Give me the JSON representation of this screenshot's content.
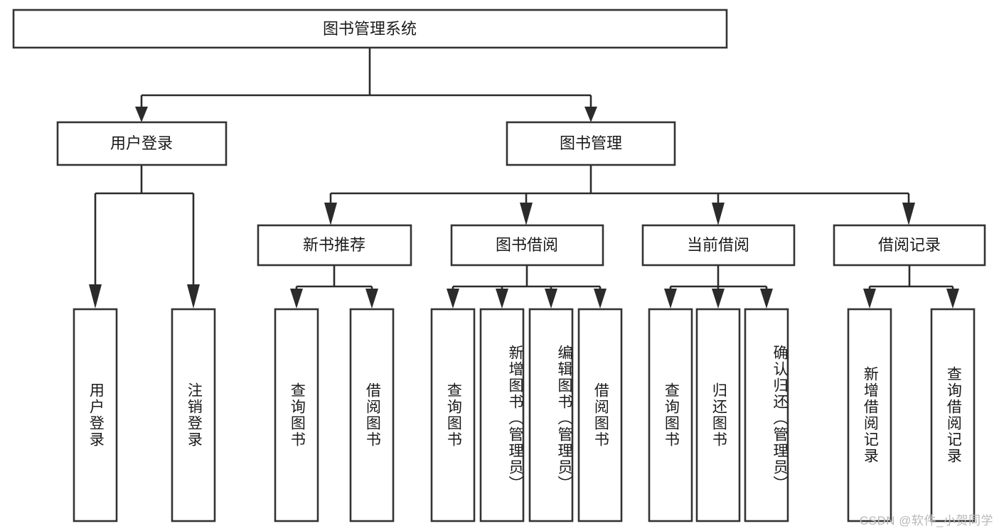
{
  "diagram": {
    "title": "图书管理系统",
    "type": "hierarchy-tree",
    "orientation": "top-down",
    "levels": 4,
    "root": {
      "id": "root",
      "label": "图书管理系统",
      "label_orientation": "horizontal"
    },
    "level2": [
      {
        "id": "user-login",
        "label": "用户登录",
        "label_orientation": "horizontal"
      },
      {
        "id": "book-manage",
        "label": "图书管理",
        "label_orientation": "horizontal"
      }
    ],
    "level3": [
      {
        "id": "new-book-recommend",
        "label": "新书推荐",
        "label_orientation": "horizontal",
        "parent": "book-manage"
      },
      {
        "id": "book-borrow",
        "label": "图书借阅",
        "label_orientation": "horizontal",
        "parent": "book-manage"
      },
      {
        "id": "current-borrow",
        "label": "当前借阅",
        "label_orientation": "horizontal",
        "parent": "book-manage"
      },
      {
        "id": "borrow-record",
        "label": "借阅记录",
        "label_orientation": "horizontal",
        "parent": "book-manage"
      }
    ],
    "leaves": [
      {
        "id": "leaf-user-login",
        "label": "用户登录",
        "parent": "user-login",
        "label_orientation": "vertical"
      },
      {
        "id": "leaf-user-logout",
        "label": "注销登录",
        "parent": "user-login",
        "label_orientation": "vertical"
      },
      {
        "id": "leaf-query-book-1",
        "label": "查询图书",
        "parent": "new-book-recommend",
        "label_orientation": "vertical"
      },
      {
        "id": "leaf-borrow-book-1",
        "label": "借阅图书",
        "parent": "new-book-recommend",
        "label_orientation": "vertical"
      },
      {
        "id": "leaf-query-book-2",
        "label": "查询图书",
        "parent": "book-borrow",
        "label_orientation": "vertical"
      },
      {
        "id": "leaf-add-book",
        "label": "新增图书（管理员）",
        "parent": "book-borrow",
        "label_orientation": "vertical"
      },
      {
        "id": "leaf-edit-book",
        "label": "编辑图书（管理员）",
        "parent": "book-borrow",
        "label_orientation": "vertical"
      },
      {
        "id": "leaf-borrow-book-2",
        "label": "借阅图书",
        "parent": "book-borrow",
        "label_orientation": "vertical"
      },
      {
        "id": "leaf-query-book-3",
        "label": "查询图书",
        "parent": "current-borrow",
        "label_orientation": "vertical"
      },
      {
        "id": "leaf-return-book",
        "label": "归还图书",
        "parent": "current-borrow",
        "label_orientation": "vertical"
      },
      {
        "id": "leaf-confirm-return",
        "label": "确认归还（管理员）",
        "parent": "current-borrow",
        "label_orientation": "vertical"
      },
      {
        "id": "leaf-add-record",
        "label": "新增借阅记录",
        "parent": "borrow-record",
        "label_orientation": "vertical"
      },
      {
        "id": "leaf-query-record",
        "label": "查询借阅记录",
        "parent": "borrow-record",
        "label_orientation": "vertical"
      }
    ],
    "colors": {
      "box_fill": "#ffffff",
      "box_stroke": "#333333",
      "connector": "#2b2b2b",
      "text": "#1a1a1a",
      "background": "#ffffff",
      "watermark": "#b8b8b8"
    }
  },
  "watermark": {
    "text": "CSDN @软件_小贺同学"
  }
}
